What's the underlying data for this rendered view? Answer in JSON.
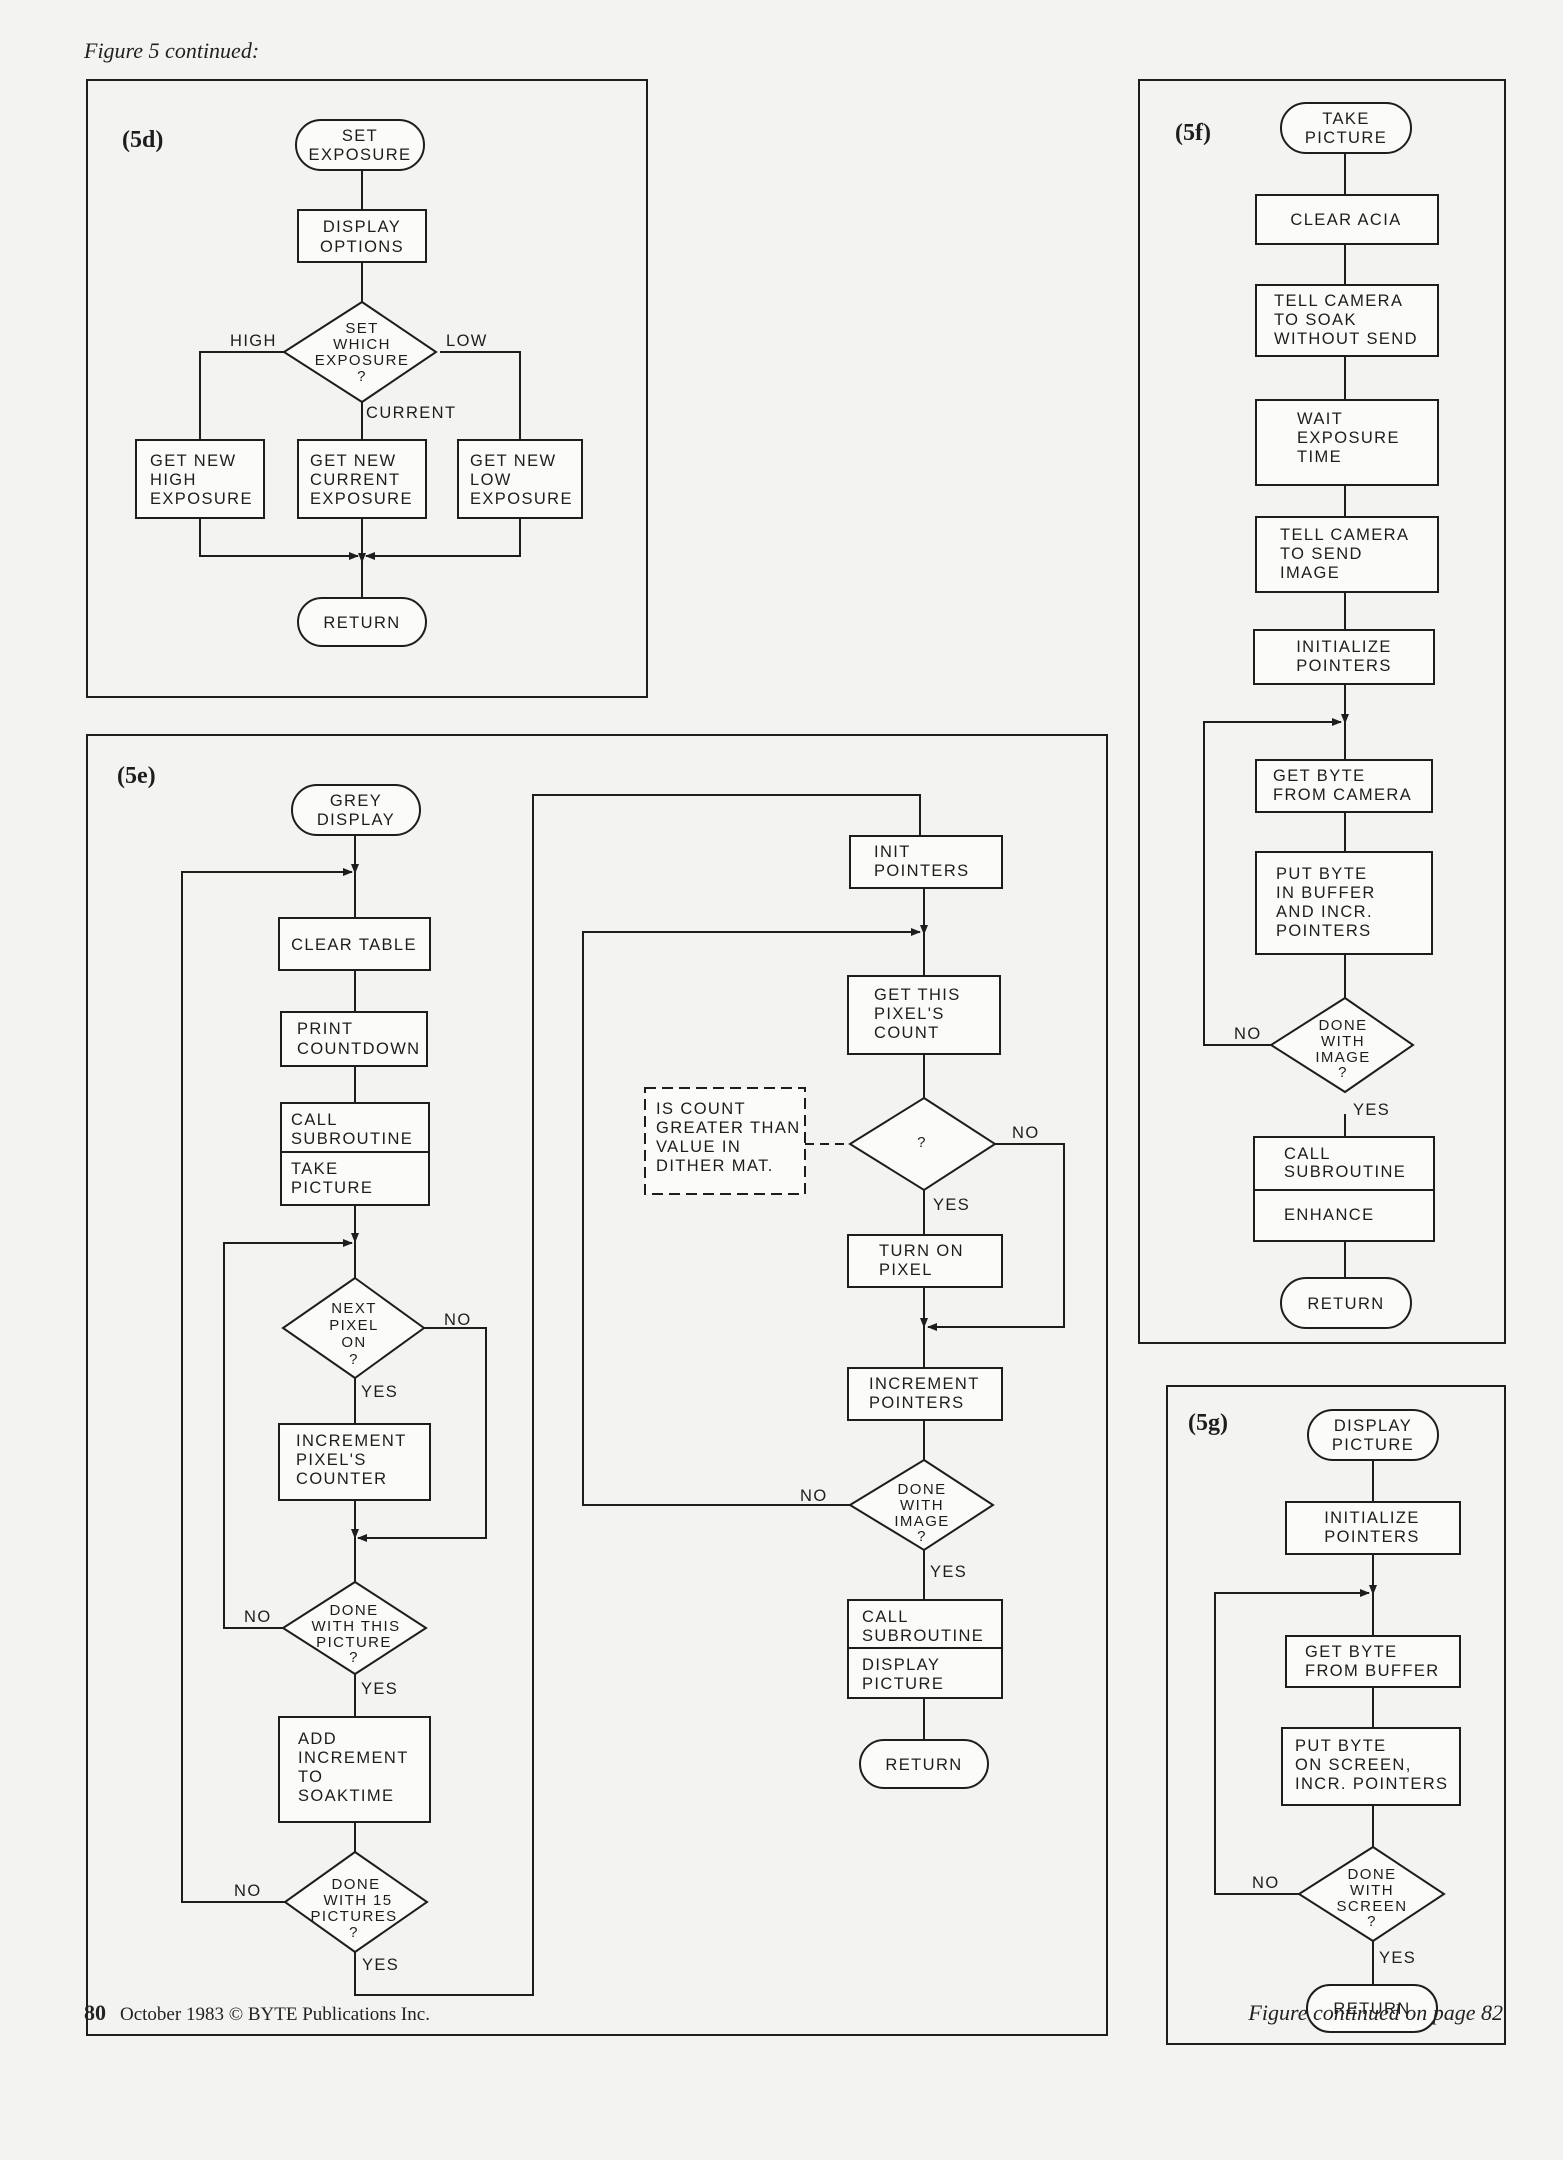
{
  "caption": "Figure 5 continued:",
  "footer": {
    "page_number": "80",
    "credit": "October 1983 © BYTE Publications Inc.",
    "continued": "Figure continued on page 82"
  },
  "panel_5d": {
    "label": "(5d)",
    "start": [
      "SET",
      "EXPOSURE"
    ],
    "display_options": [
      "DISPLAY",
      "OPTIONS"
    ],
    "decision": [
      "SET",
      "WHICH",
      "EXPOSURE",
      "?"
    ],
    "branch_high": "HIGH",
    "branch_low": "LOW",
    "branch_current": "CURRENT",
    "get_high": [
      "GET NEW",
      "HIGH",
      "EXPOSURE"
    ],
    "get_current": [
      "GET NEW",
      "CURRENT",
      "EXPOSURE"
    ],
    "get_low": [
      "GET NEW",
      "LOW",
      "EXPOSURE"
    ],
    "end": "RETURN"
  },
  "panel_5e": {
    "label": "(5e)",
    "start": [
      "GREY",
      "DISPLAY"
    ],
    "clear_table": "CLEAR TABLE",
    "print_countdown": [
      "PRINT",
      "COUNTDOWN"
    ],
    "call_sub": [
      "CALL",
      "SUBROUTINE"
    ],
    "take_picture": [
      "TAKE",
      "PICTURE"
    ],
    "next_pixel": [
      "NEXT",
      "PIXEL",
      "ON",
      "?"
    ],
    "increment_counter": [
      "INCREMENT",
      "PIXEL'S",
      "COUNTER"
    ],
    "done_picture": [
      "DONE",
      "WITH THIS",
      "PICTURE",
      "?"
    ],
    "add_increment": [
      "ADD",
      "INCREMENT",
      "TO",
      "SOAKTIME"
    ],
    "done_15": [
      "DONE",
      "WITH 15",
      "PICTURES",
      "?"
    ],
    "init_pointers": [
      "INIT",
      "POINTERS"
    ],
    "get_count": [
      "GET THIS",
      "PIXEL'S",
      "COUNT"
    ],
    "compare": [
      "?"
    ],
    "note": [
      "IS COUNT",
      "GREATER THAN",
      "VALUE IN",
      "DITHER MAT."
    ],
    "turn_on": [
      "TURN ON",
      "PIXEL"
    ],
    "increment_pointers": [
      "INCREMENT",
      "POINTERS"
    ],
    "done_image": [
      "DONE",
      "WITH",
      "IMAGE",
      "?"
    ],
    "call_sub2": [
      "CALL",
      "SUBROUTINE"
    ],
    "display_picture": [
      "DISPLAY",
      "PICTURE"
    ],
    "end": "RETURN",
    "yes": "YES",
    "no": "NO"
  },
  "panel_5f": {
    "label": "(5f)",
    "start": [
      "TAKE",
      "PICTURE"
    ],
    "clear_acia": "CLEAR ACIA",
    "soak": [
      "TELL CAMERA",
      "TO SOAK",
      "WITHOUT SEND"
    ],
    "wait": [
      "WAIT",
      "EXPOSURE",
      "TIME"
    ],
    "send": [
      "TELL CAMERA",
      "TO SEND",
      "IMAGE"
    ],
    "init": [
      "INITIALIZE",
      "POINTERS"
    ],
    "get_byte": [
      "GET BYTE",
      "FROM CAMERA"
    ],
    "put_byte": [
      "PUT BYTE",
      "IN BUFFER",
      "AND INCR.",
      "POINTERS"
    ],
    "done_image": [
      "DONE",
      "WITH",
      "IMAGE",
      "?"
    ],
    "call_sub": [
      "CALL",
      "SUBROUTINE"
    ],
    "enhance": "ENHANCE",
    "end": "RETURN",
    "yes": "YES",
    "no": "NO"
  },
  "panel_5g": {
    "label": "(5g)",
    "start": [
      "DISPLAY",
      "PICTURE"
    ],
    "init": [
      "INITIALIZE",
      "POINTERS"
    ],
    "get_byte": [
      "GET BYTE",
      "FROM BUFFER"
    ],
    "put_byte": [
      "PUT BYTE",
      "ON SCREEN,",
      "INCR. POINTERS"
    ],
    "done_screen": [
      "DONE",
      "WITH",
      "SCREEN",
      "?"
    ],
    "end": "RETURN",
    "yes": "YES",
    "no": "NO"
  }
}
